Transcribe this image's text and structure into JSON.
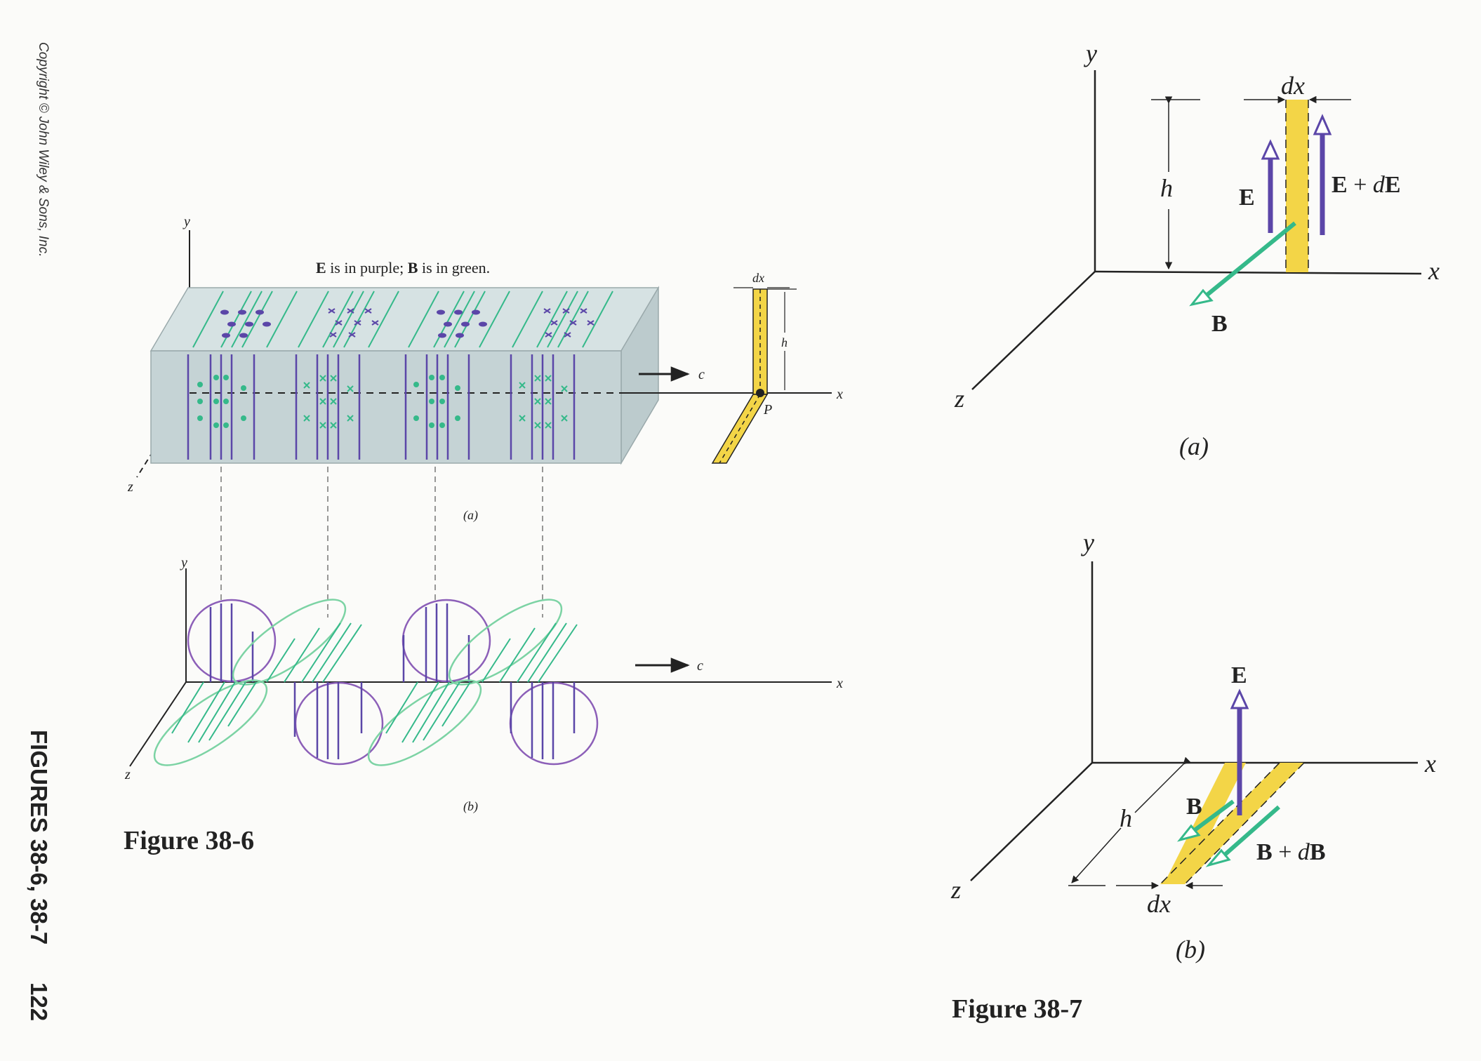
{
  "colors": {
    "e_field": "#5b46a8",
    "b_field": "#35b98a",
    "strip": "#f3d547",
    "box_fill": "#c9d6d8",
    "axes": "#222222",
    "ink": "#222222"
  },
  "sidebar": {
    "copyright": "Copyright © John Wiley & Sons, Inc.",
    "figures_label": "FIGURES 38-6, 38-7",
    "page_number": "122"
  },
  "figure_38_6": {
    "caption": "Figure 38-6",
    "legend": {
      "e_symbol": "E",
      "e_text": " is in purple; ",
      "b_symbol": "B",
      "b_text": " is in green."
    },
    "panel_a": {
      "label": "(a)",
      "axis_x": "x",
      "axis_y": "y",
      "axis_z": "z",
      "velocity": "c",
      "point": "P",
      "width_label": "dx",
      "height_label": "h"
    },
    "panel_b": {
      "label": "(b)",
      "axis_x": "x",
      "axis_y": "y",
      "axis_z": "z",
      "velocity": "c"
    }
  },
  "figure_38_7": {
    "caption": "Figure 38-7",
    "panel_a": {
      "label": "(a)",
      "axis_x": "x",
      "axis_y": "y",
      "axis_z": "z",
      "width_label": "dx",
      "height_label": "h",
      "e_label": "E",
      "e_plus_label": "E + dE",
      "b_label": "B"
    },
    "panel_b": {
      "label": "(b)",
      "axis_x": "x",
      "axis_y": "y",
      "axis_z": "z",
      "width_label": "dx",
      "height_label": "h",
      "e_label": "E",
      "b_label": "B",
      "b_plus_label": "B + dB"
    }
  }
}
